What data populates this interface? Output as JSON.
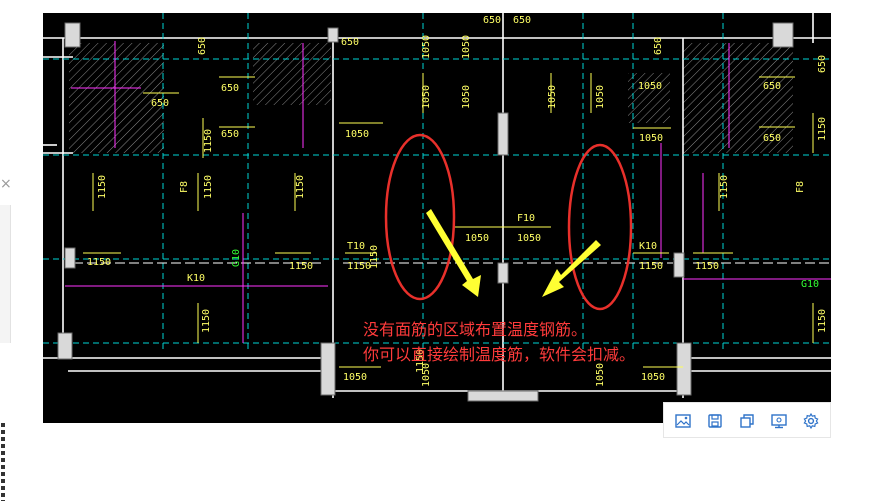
{
  "annotation": {
    "line1": "没有面筋的区域布置温度钢筋。",
    "line2": "你可以直接绘制温度筋，软件会扣减。",
    "text_color": "#ff3b3b",
    "ellipse_color": "#e8302b",
    "arrow_color": "#ffff33"
  },
  "side_panel": {
    "close_glyph": "×"
  },
  "drawing": {
    "labels": [
      "650",
      "650",
      "650",
      "650",
      "650",
      "650",
      "650",
      "650",
      "650",
      "650",
      "650",
      "1050",
      "1050",
      "1050",
      "1050",
      "1050",
      "1050",
      "1050",
      "1050",
      "1050",
      "1050",
      "1050",
      "1050",
      "1050",
      "1050",
      "1050",
      "1150",
      "1150",
      "1150",
      "1150",
      "1150",
      "1150",
      "1150",
      "1150",
      "1150",
      "1150",
      "1150",
      "1150",
      "1150",
      "1150",
      "1150",
      "F8",
      "F8",
      "F10",
      "T10",
      "K10",
      "K10",
      "G10",
      "G10"
    ]
  },
  "toolbar": {
    "items": [
      {
        "icon": "image-icon"
      },
      {
        "icon": "save-icon"
      },
      {
        "icon": "copy-icon"
      },
      {
        "icon": "monitor-icon"
      },
      {
        "icon": "gear-icon"
      }
    ]
  }
}
